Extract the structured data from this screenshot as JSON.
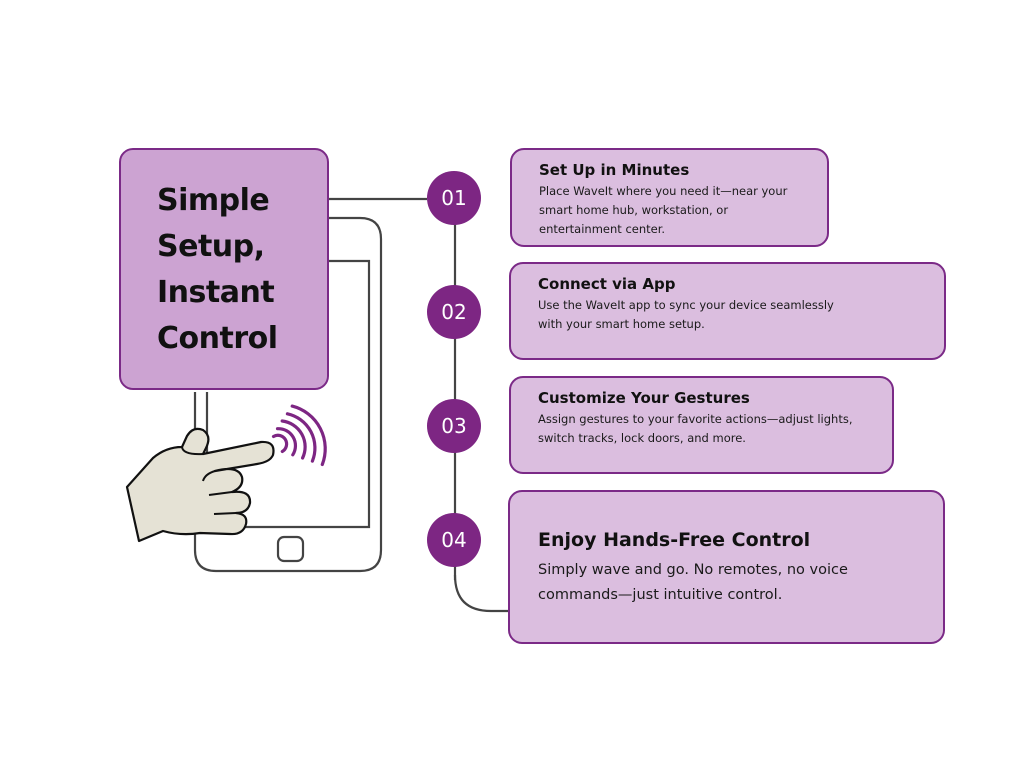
{
  "title_lines": [
    "Simple",
    "Setup,",
    "Instant",
    "Control"
  ],
  "colors": {
    "accent_purple": "#7d2683",
    "title_box_fill": "#cca3d2",
    "card_fill": "#dbbedf",
    "line_gray": "#444444",
    "hand_fill": "#e5e2d5"
  },
  "steps": [
    {
      "number": "01",
      "title": "Set Up in Minutes",
      "description": "Place WaveIt where you need it—near your smart home hub, workstation, or entertainment center."
    },
    {
      "number": "02",
      "title": "Connect via App",
      "description": "Use the WaveIt app to sync your device seamlessly with your smart home setup."
    },
    {
      "number": "03",
      "title": "Customize Your Gestures",
      "description": "Assign gestures to your favorite actions—adjust lights, switch tracks, lock doors, and more."
    },
    {
      "number": "04",
      "title": "Enjoy Hands-Free Control",
      "description": "Simply wave and go. No remotes, no voice commands—just intuitive control."
    }
  ],
  "icons": [
    "phone-icon",
    "pointing-hand-icon",
    "wave-signal-icon"
  ]
}
